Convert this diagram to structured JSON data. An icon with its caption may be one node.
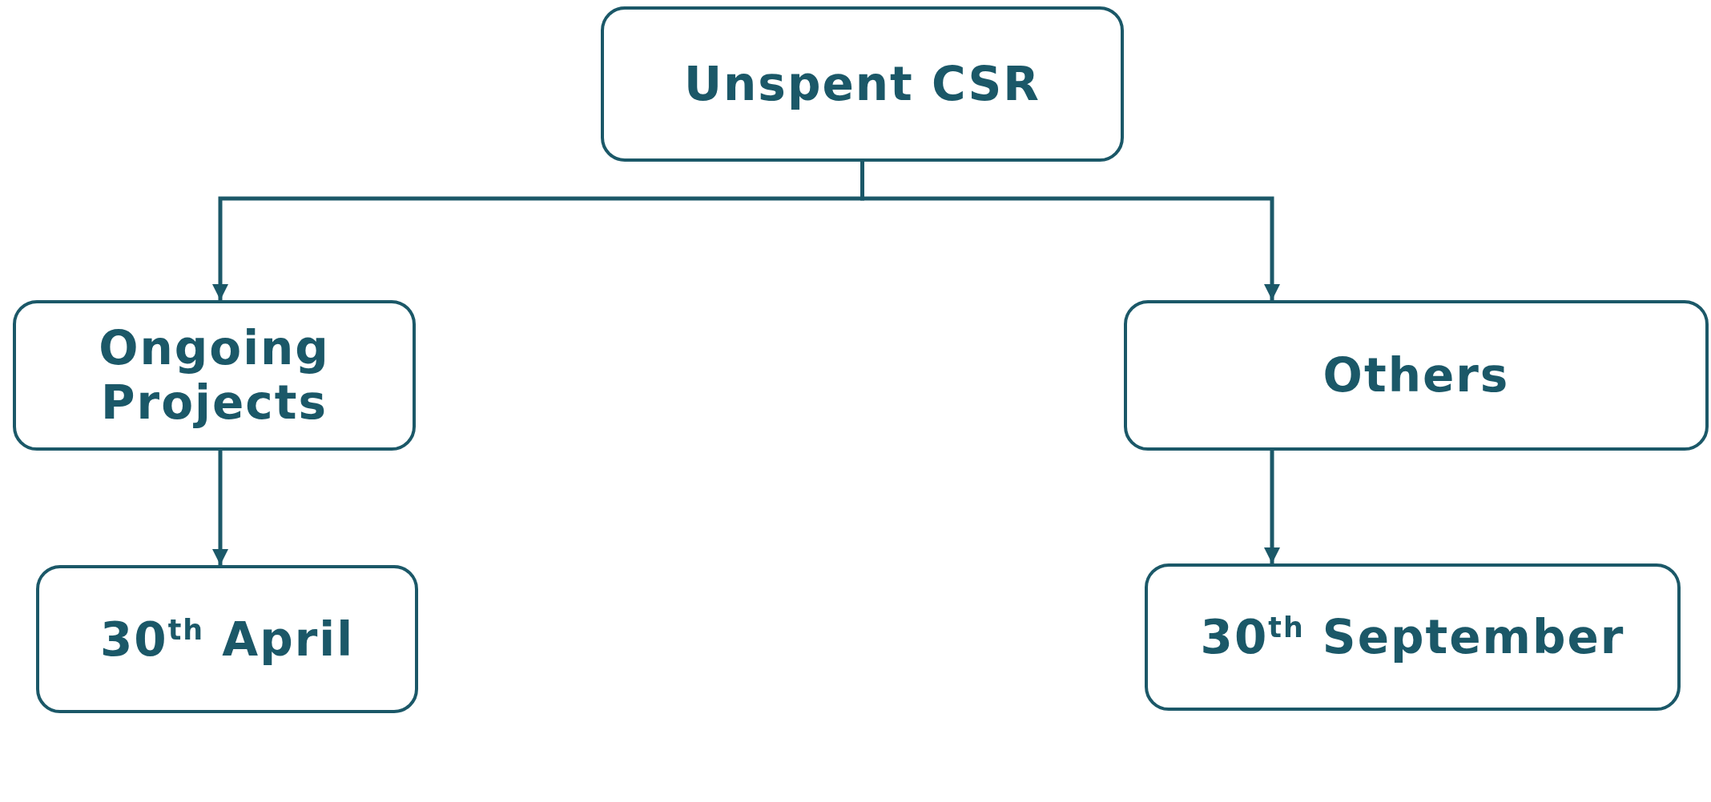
{
  "diagram": {
    "nodes": [
      {
        "text": [
          "Unspent CSR"
        ]
      },
      {
        "text": [
          "Ongoing Projects"
        ]
      },
      {
        "text": [
          "Others"
        ]
      },
      {
        "text": [
          "30$^{th}$ April"
        ]
      },
      {
        "text": [
          "30$^{th}$ September"
        ]
      }
    ],
    "edges": [
      {
        "from": 0,
        "to": 1,
        "arrow": "to"
      },
      {
        "from": 0,
        "to": 2,
        "arrow": "to"
      },
      {
        "from": 1,
        "to": 3,
        "arrow": "to"
      },
      {
        "from": 2,
        "to": 4,
        "arrow": "to"
      }
    ]
  }
}
